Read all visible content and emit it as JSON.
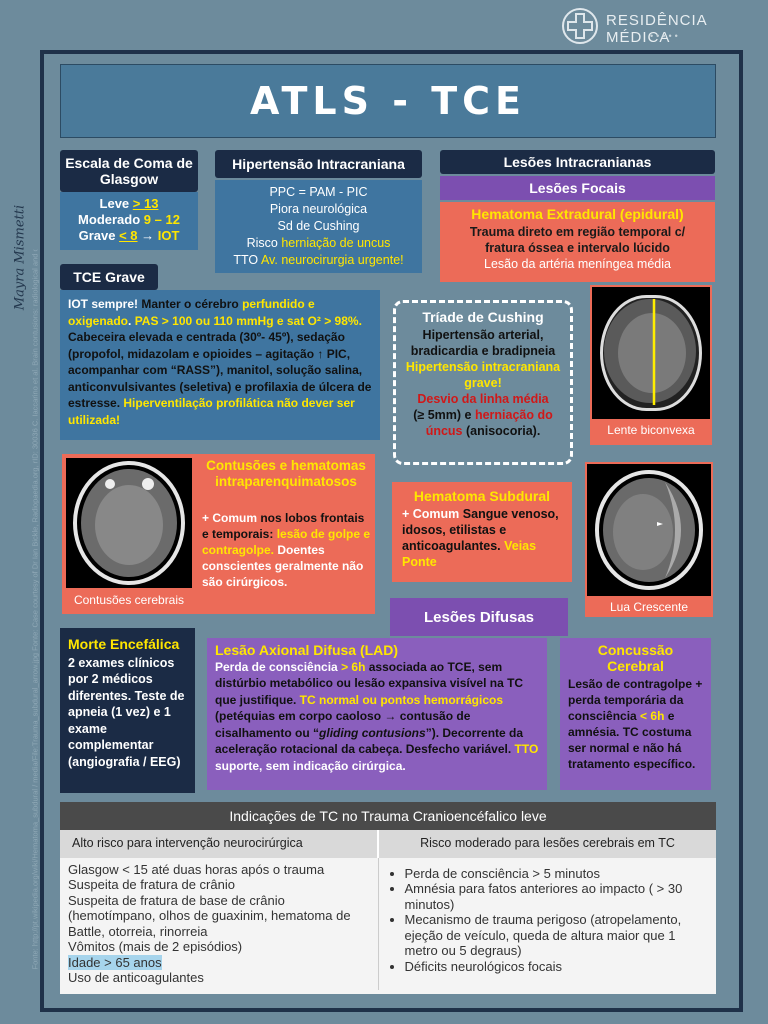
{
  "brand": {
    "name": "RESIDÊNCIA MÉDICA",
    "dots": "•••••"
  },
  "author_signature": "Mayra Mismetti",
  "source_note": "Fonte: http://pt.wikipedia.org/wiki/Hematoma_subdural / media/File:Trauma_subdural_arrow.jpg Fonte: Case courtesy of Dr Ian Bickle, Radiopaedia.org, rID: 30036 C. Iaccarino et al. Brain contusions: radiological and clinical evolution. Neurosurg 2014",
  "title": "ATLS - TCE",
  "glasgow": {
    "title": "Escala de Coma de Glasgow",
    "l1a": "Leve ",
    "l1b": "> 13",
    "l2a": "Moderado ",
    "l2b": "9 – 12",
    "l3a": "Grave ",
    "l3b": "< 8",
    "l3c": " → ",
    "l3d": "IOT"
  },
  "hic": {
    "title": "Hipertensão Intracraniana",
    "l1": "PPC = PAM - PIC",
    "l2": "Piora neurológica",
    "l3": "Sd de Cushing",
    "l4a": "Risco ",
    "l4b": "herniação de uncus",
    "l5a": "TTO ",
    "l5b": "Av. neurocirurgia urgente!"
  },
  "lesoes": {
    "title": "Lesões Intracranianas",
    "focais": "Lesões Focais",
    "difusas": "Lesões Difusas"
  },
  "extradural": {
    "title": "Hematoma Extradural (epidural)",
    "l1": "Trauma direto em região temporal c/",
    "l2": "fratura óssea e intervalo lúcido",
    "l3": "Lesão da artéria meníngea média",
    "caption": "Lente biconvexa"
  },
  "tce_grave": {
    "title": "TCE Grave",
    "p1": "IOT sempre! ",
    "p2": "Manter o cérebro ",
    "p3": "perfundido e oxigenado",
    "p4": ". ",
    "p5": "PAS > 100 ou 110 mmHg e sat O² > 98%.",
    "p6": " Cabeceira elevada e centrada (30º- 45º), sedação (propofol, midazolam e opioides – agitação ↑ PIC, acompanhar com “RASS”), manitol, solução salina, anticonvulsivantes (seletiva) e profilaxia de úlcera de estresse. ",
    "p7": "Hiperventilação profilática não dever ser utilizada!"
  },
  "cushing": {
    "title": "Tríade de Cushing",
    "l1": "Hipertensão arterial, bradicardia e bradipneia",
    "l2": "Hipertensão intracraniana grave!",
    "l3": "Desvio da linha média",
    "l4a": "(≥ 5mm) e ",
    "l4b": "herniação do úncus",
    "l4c": " (anisocoria)."
  },
  "contusoes": {
    "title": "Contusões e hematomas intraparenquimatosos",
    "p1": "+ Comum ",
    "p2": "nos lobos frontais e temporais: ",
    "p3": "lesão de golpe e contragolpe.",
    "p4": " Doentes conscientes geralmente não são cirúrgicos.",
    "caption": "Contusões cerebrais"
  },
  "subdural": {
    "title": "Hematoma Subdural",
    "p1": "+ Comum ",
    "p2": "Sangue venoso, idosos, etilistas e anticoagulantes. ",
    "p3": "Veias Ponte",
    "caption": "Lua Crescente"
  },
  "morte": {
    "title": "Morte Encefálica",
    "text": "2 exames clínicos por 2 médicos diferentes. Teste de apneia (1 vez) e 1 exame complementar (angiografia / EEG)"
  },
  "lad": {
    "title": "Lesão Axional Difusa (LAD)",
    "p1": "Perda de consciência ",
    "p2": "> 6h",
    "p3": " associada ao TCE, sem distúrbio metabólico ou lesão expansiva visível na TC que justifique. ",
    "p4": "TC normal ou pontos hemorrágicos",
    "p5": " (petéquias em corpo caoloso → contusão de cisalhamento ou “",
    "p6": "gliding contusions",
    "p7": "”). Decorrente da aceleração rotacional da cabeça. Desfecho variável. ",
    "p8": "TTO",
    "p9": " suporte, sem indicação cirúrgica."
  },
  "concussao": {
    "title": "Concussão Cerebral",
    "p1": "Lesão de contragolpe + perda temporária da consciência ",
    "p2": "< 6h",
    "p3": " e amnésia. TC costuma ser normal e não há tratamento específico."
  },
  "indicacoes": {
    "title": "Indicações de TC no Trauma Cranioencéfalico leve",
    "col1": "Alto risco para intervenção neurocirúrgica",
    "col2": "Risco moderado para lesões cerebrais em TC",
    "left": [
      "Glasgow < 15 até duas horas após o trauma",
      "Suspeita de fratura de crânio",
      "Suspeita de fratura de base de crânio (hemotímpano, olhos de guaxinim, hematoma de Battle, otorreia, rinorreia",
      "Vômitos (mais de 2 episódios)",
      "Idade > 65 anos",
      "Uso de anticoagulantes"
    ],
    "right": [
      "Perda de consciência > 5 minutos",
      "Amnésia para fatos anteriores ao impacto ( > 30 minutos)",
      "Mecanismo de trauma perigoso (atropelamento, ejeção de veículo, queda de altura maior que 1 metro ou 5 degraus)",
      "Déficits neurológicos focais"
    ]
  },
  "colors": {
    "navy": "#1b2b45",
    "steel": "#3f75a0",
    "orange": "#ec6b58",
    "purple": "#7c4fb0",
    "highlight": "#ffe600",
    "red": "#d01818",
    "background": "#6d8b9c"
  }
}
